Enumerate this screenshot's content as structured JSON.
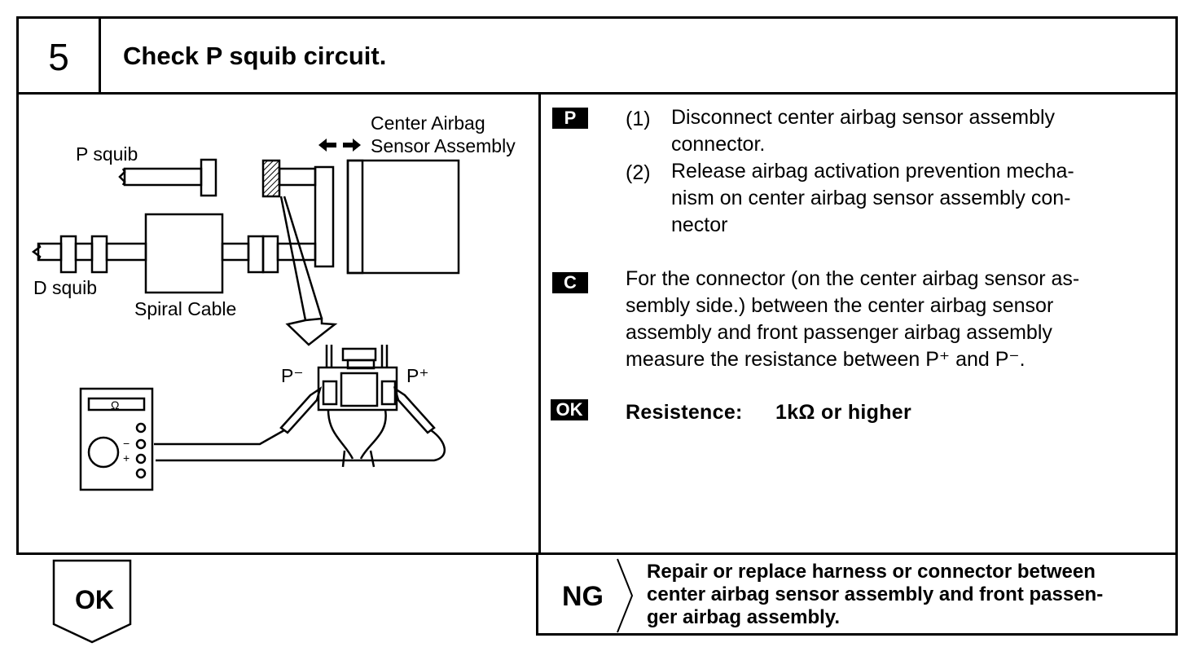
{
  "header": {
    "step_number": "5",
    "title": "Check P squib circuit."
  },
  "diagram": {
    "label_center_airbag": "Center Airbag",
    "label_sensor_assembly": "Sensor Assembly",
    "label_p_squib": "P squib",
    "label_d_squib": "D squib",
    "label_spiral_cable": "Spiral Cable",
    "label_p_minus": "P⁻",
    "label_p_plus": "P⁺",
    "ohm_symbol": "Ω",
    "meter_minus": "−",
    "meter_plus": "+"
  },
  "instructions": {
    "prep_badge": "P",
    "step1_num": "(1)",
    "step1_line1": "Disconnect center airbag sensor assembly",
    "step1_line2": "connector.",
    "step2_num": "(2)",
    "step2_line1": "Release airbag activation prevention mecha-",
    "step2_line2": "nism on center airbag sensor assembly con-",
    "step2_line3": "nector",
    "check_badge": "C",
    "check_line1": "For the connector (on the center airbag sensor as-",
    "check_line2": "sembly side.) between the center airbag sensor",
    "check_line3": "assembly and front passenger airbag assembly",
    "check_line4": "measure the resistance between P⁺ and P⁻.",
    "ok_badge": "OK",
    "resistance_label": "Resistence:",
    "resistance_value": "1kΩ or higher"
  },
  "footer": {
    "ok_label": "OK",
    "ng_label": "NG",
    "ng_line1": "Repair or replace harness or connector between",
    "ng_line2": "center airbag sensor assembly and front passen-",
    "ng_line3": "ger airbag assembly."
  }
}
